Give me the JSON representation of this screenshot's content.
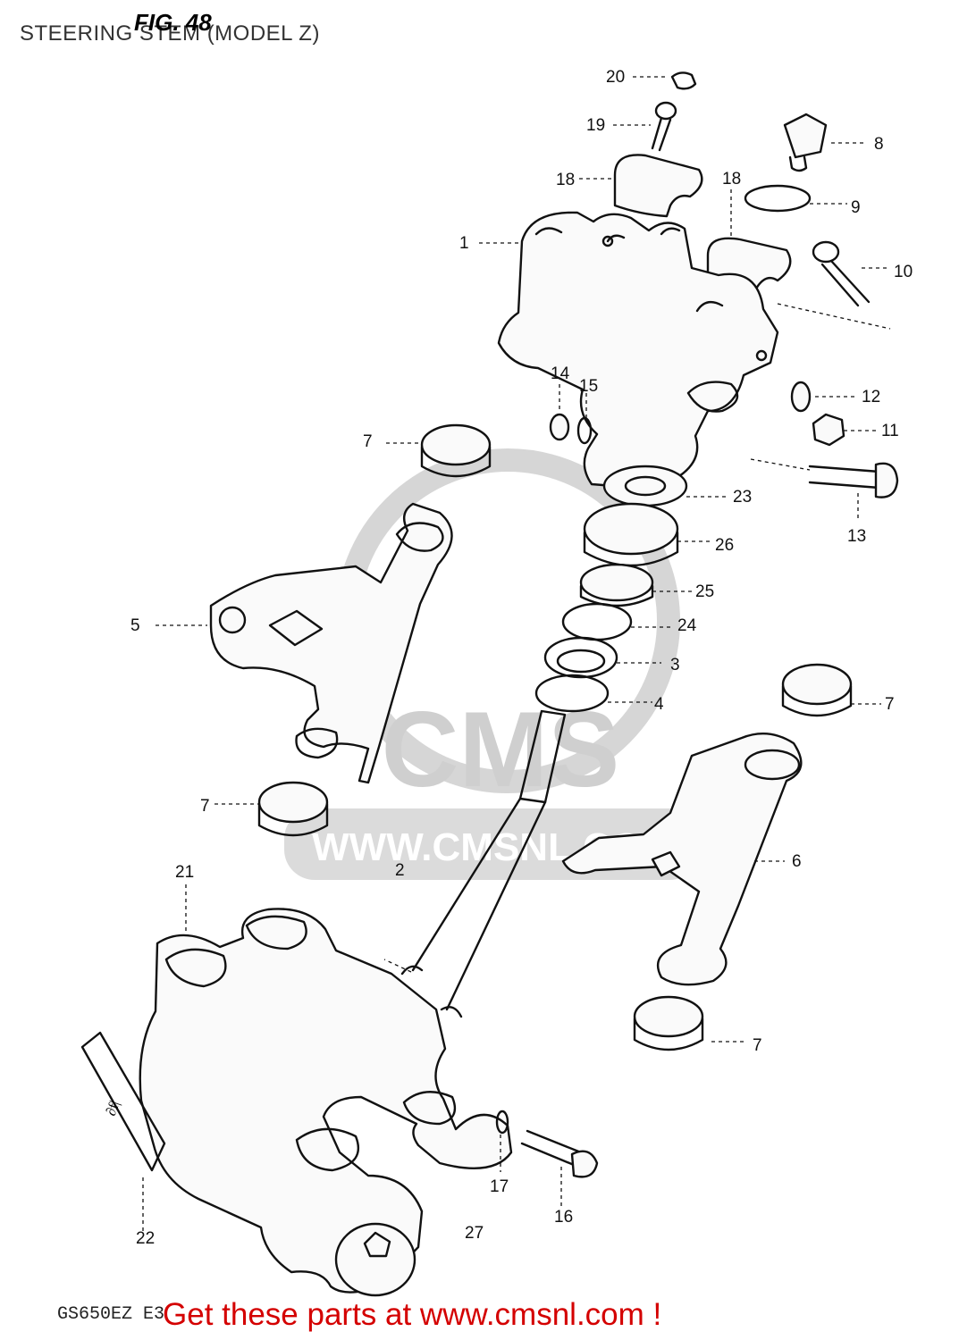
{
  "header": {
    "title": "STEERING STEM (MODEL Z)",
    "figure": "FIG. 48"
  },
  "diagram": {
    "callouts": [
      "20",
      "19",
      "8",
      "18",
      "18",
      "9",
      "1",
      "10",
      "12",
      "14",
      "15",
      "11",
      "7",
      "13",
      "23",
      "26",
      "25",
      "5",
      "24",
      "3",
      "4",
      "7",
      "7",
      "6",
      "21",
      "2",
      "17",
      "16",
      "7",
      "22",
      "27"
    ],
    "model_code": "GS650EZ E3"
  },
  "watermark": {
    "logo_text": "CMS",
    "url_text": "WWW.CMSNL.COM"
  },
  "footer": {
    "cta": "Get these parts at www.cmsnl.com !"
  },
  "colors": {
    "line_art": "#111111",
    "watermark": "#cfcfcf",
    "cta": "#d40000"
  }
}
